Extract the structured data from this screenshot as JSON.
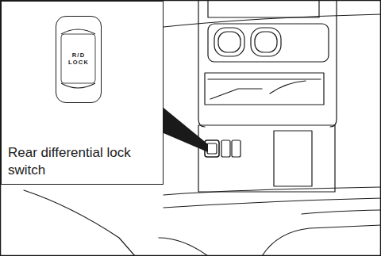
{
  "diagram": {
    "nodes": [
      {
        "text": [
          "Rear differential lock switch"
        ]
      },
      {
        "text": [
          "R/D LOCK"
        ],
        "in": 0
      }
    ]
  }
}
